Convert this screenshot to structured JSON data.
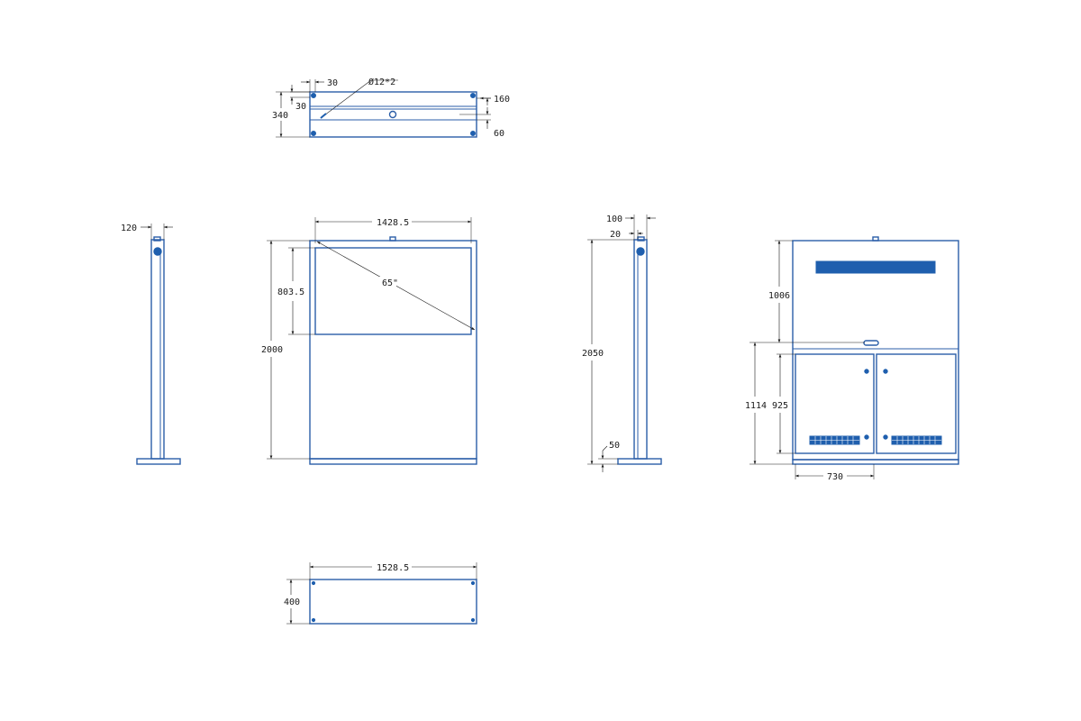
{
  "colors": {
    "outline": "#2b5ea8",
    "fill": "#1f5fae",
    "dimension": "#1a1a1a",
    "background": "#ffffff"
  },
  "top_view": {
    "dim_hole_offset_x": "30",
    "dim_hole_offset_y": "30",
    "dim_depth": "340",
    "dim_hole_spec": "Ø12*2",
    "dim_right_upper": "160",
    "dim_right_lower": "60"
  },
  "side_view_left": {
    "dim_thickness": "120"
  },
  "front_view": {
    "dim_width": "1428.5",
    "dim_screen_height": "803.5",
    "dim_screen_diagonal": "65\"",
    "dim_total_height": "2000"
  },
  "side_view_right": {
    "dim_depth": "100",
    "dim_wall": "20",
    "dim_total_height": "2050",
    "dim_base": "50"
  },
  "back_view": {
    "dim_upper_height": "1006",
    "dim_lower_height": "1114",
    "dim_door_height": "925",
    "dim_door_width": "730"
  },
  "base_view": {
    "dim_width": "1528.5",
    "dim_depth": "400"
  }
}
